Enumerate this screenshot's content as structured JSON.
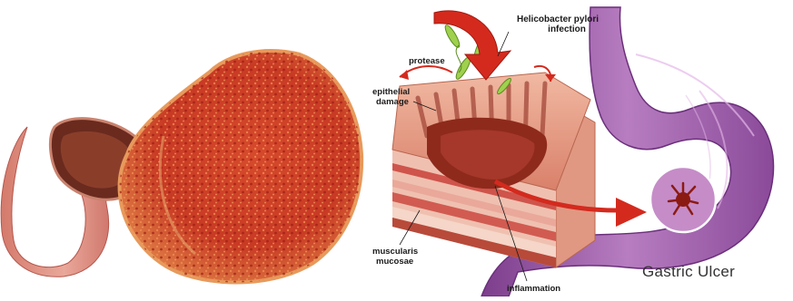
{
  "labels": {
    "h_pylori_line1": "Helicobacter pylori",
    "h_pylori_line2": "infection",
    "protease": "protease",
    "epithelial_line1": "epithelial",
    "epithelial_line2": "damage",
    "muscularis_line1": "muscularis",
    "muscularis_line2": "mucosae",
    "inflammation": "inflammation",
    "gastric_ulcer": "Gastric Ulcer"
  },
  "colors": {
    "stomach_red": "#c9402a",
    "stomach_orange": "#e0733d",
    "stomach_purple": "#9b5fa8",
    "arrow_red": "#d42a1e",
    "bacteria_green": "#8fc24a"
  }
}
